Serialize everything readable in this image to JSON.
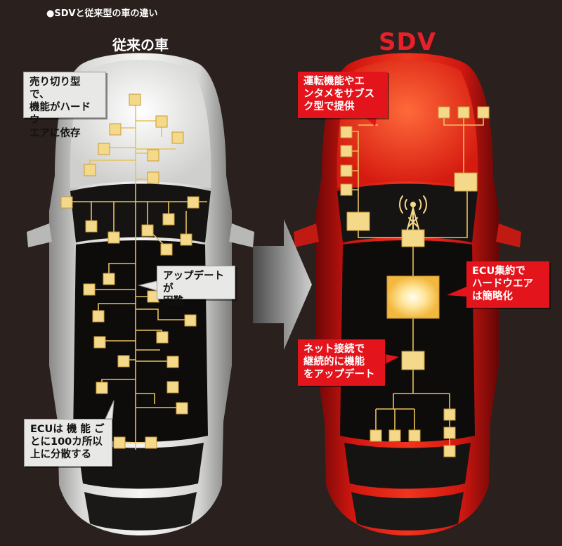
{
  "caption": "●SDVと従来型の車の違い",
  "left": {
    "heading": "従来の車",
    "callouts": {
      "sold": "売り切り型で、\n機能がハードウ\nエアに依存",
      "update_hard": "アップデートが\n困難",
      "ecu_distributed": "ECUは 機 能 ご\nとに100カ所以\n上に分散する"
    }
  },
  "right": {
    "heading": "SDV",
    "callouts": {
      "subscribe": "運転機能やエ\nンタメをサブス\nク型で提供",
      "ecu_integrated": "ECU集約で\nハードウエア\nは簡略化",
      "net_update": "ネット接続で\n継続的に機能\nをアップデート"
    }
  },
  "colors": {
    "background": "#2a201d",
    "ecu_box": "#f4d98a",
    "wire": "#e8c25a",
    "callout_red": "#e3141c",
    "sdv_heading": "#e8202a"
  },
  "icons": {
    "antenna": "antenna-icon",
    "arrow": "arrow-right-icon"
  }
}
